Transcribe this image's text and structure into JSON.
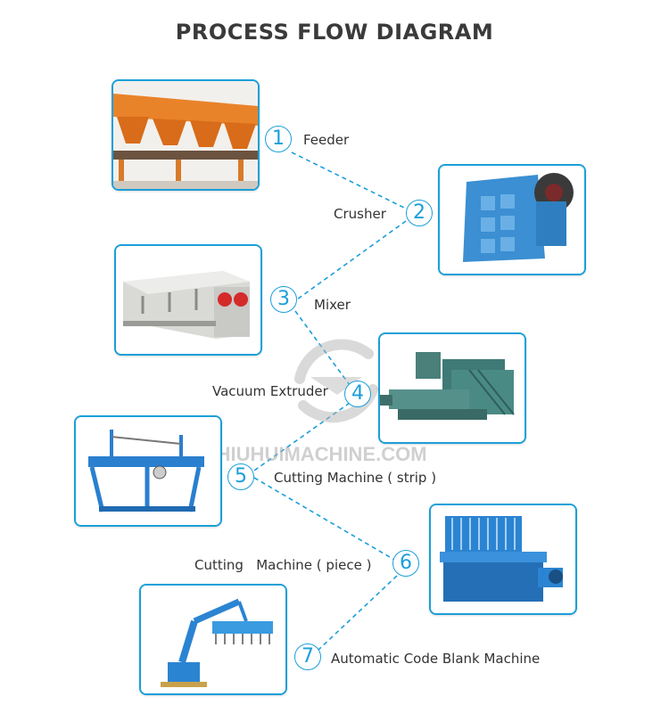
{
  "title": "PROCESS FLOW DIAGRAM",
  "watermark": "SHIUHUIMACHINE.COM",
  "accent_color": "#1a9fd9",
  "steps": [
    {
      "number": "1",
      "label": "Feeder"
    },
    {
      "number": "2",
      "label": "Crusher"
    },
    {
      "number": "3",
      "label": "Mixer"
    },
    {
      "number": "4",
      "label": "Vacuum Extruder"
    },
    {
      "number": "5",
      "label": "Cutting Machine ( strip )"
    },
    {
      "number": "6",
      "label": "Cutting   Machine ( piece )"
    },
    {
      "number": "7",
      "label": "Automatic Code Blank Machine"
    }
  ]
}
